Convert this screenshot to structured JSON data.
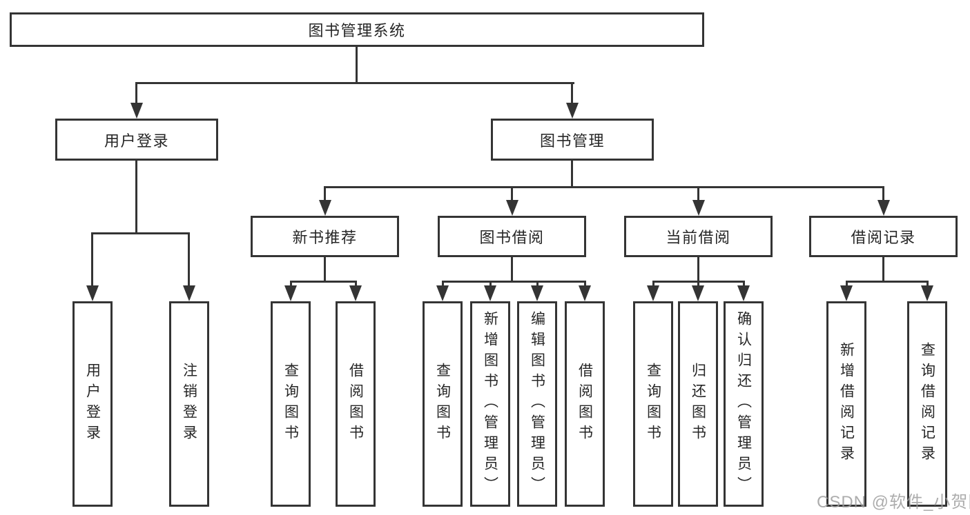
{
  "tree": {
    "root": "图书管理系统",
    "branches": [
      {
        "label": "用户登录",
        "children": [
          "用户登录",
          "注销登录"
        ]
      },
      {
        "label": "图书管理",
        "groups": [
          {
            "label": "新书推荐",
            "children": [
              "查询图书",
              "借阅图书"
            ]
          },
          {
            "label": "图书借阅",
            "children": [
              "查询图书",
              "新增图书（管理员）",
              "编辑图书（管理员）",
              "借阅图书"
            ]
          },
          {
            "label": "当前借阅",
            "children": [
              "查询图书",
              "归还图书",
              "确认归还（管理员）"
            ]
          },
          {
            "label": "借阅记录",
            "children": [
              "新增借阅记录",
              "查询借阅记录"
            ]
          }
        ]
      }
    ]
  },
  "watermark": {
    "text": "CSDN @软件_小贺同学"
  },
  "colors": {
    "line": "#343434",
    "text": "#262626",
    "box_fill": "#ffffff",
    "watermark": "#9e9e9e"
  }
}
